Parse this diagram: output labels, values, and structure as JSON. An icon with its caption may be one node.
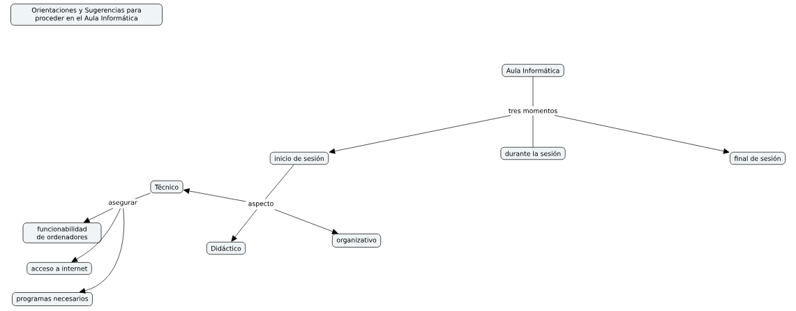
{
  "diagram": {
    "nodes": [
      {
        "text": [
          "Orientaciones y Sugerencias para proceder en el Aula Informática"
        ]
      },
      {
        "text": [
          "Aula Informática"
        ]
      },
      {
        "text": [
          "tres momentos"
        ]
      },
      {
        "text": [
          "inicio de sesión"
        ]
      },
      {
        "text": [
          "durante la sesión"
        ]
      },
      {
        "text": [
          "final de sesión"
        ]
      },
      {
        "text": [
          "Técnico"
        ]
      },
      {
        "text": [
          "asegurar"
        ]
      },
      {
        "text": [
          "aspecto"
        ]
      },
      {
        "text": [
          "funcionabilidad de ordenadores"
        ]
      },
      {
        "text": [
          "Didáctico"
        ]
      },
      {
        "text": [
          "organizativo"
        ]
      },
      {
        "text": [
          "acceso a internet"
        ]
      },
      {
        "text": [
          "programas necesarios"
        ]
      }
    ],
    "edges": [
      {
        "from": 1,
        "to": 2,
        "arrow": "none"
      },
      {
        "from": 2,
        "to": 3,
        "arrow": "to"
      },
      {
        "from": 2,
        "to": 4,
        "arrow": "none"
      },
      {
        "from": 2,
        "to": 5,
        "arrow": "to"
      },
      {
        "from": 3,
        "to": 8,
        "arrow": "none"
      },
      {
        "from": 8,
        "to": 6,
        "arrow": "to"
      },
      {
        "from": 8,
        "to": 10,
        "arrow": "to"
      },
      {
        "from": 8,
        "to": 11,
        "arrow": "to"
      },
      {
        "from": 6,
        "to": 7,
        "arrow": "none"
      },
      {
        "from": 7,
        "to": 9,
        "arrow": "to"
      },
      {
        "from": 7,
        "to": 12,
        "arrow": "to"
      },
      {
        "from": 7,
        "to": 13,
        "arrow": "to"
      }
    ]
  }
}
